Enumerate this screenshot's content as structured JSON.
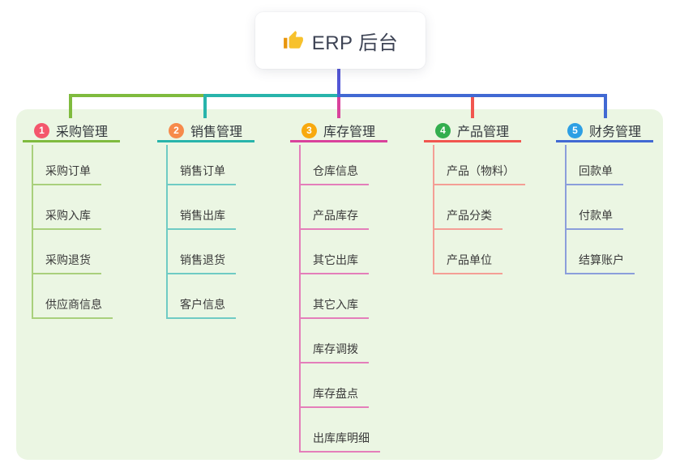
{
  "root": {
    "title": "ERP 后台",
    "icon": "thumbs-up"
  },
  "colors": {
    "stem": "#5356d6",
    "panel_bg": "#ebf6e3"
  },
  "branches": [
    {
      "num": "1",
      "label": "采购管理",
      "circle": "#f4566c",
      "line": "#7fbb3e",
      "line_light": "#a9d07c",
      "items": [
        "采购订单",
        "采购入库",
        "采购退货",
        "供应商信息"
      ]
    },
    {
      "num": "2",
      "label": "销售管理",
      "circle": "#f78a4b",
      "line": "#28b4ab",
      "line_light": "#6fcbc4",
      "items": [
        "销售订单",
        "销售出库",
        "销售退货",
        "客户信息"
      ]
    },
    {
      "num": "3",
      "label": "库存管理",
      "circle": "#f8a90e",
      "line": "#d9429c",
      "line_light": "#e47eba",
      "items": [
        "仓库信息",
        "产品库存",
        "其它出库",
        "其它入库",
        "库存调拨",
        "库存盘点",
        "出库库明细"
      ]
    },
    {
      "num": "4",
      "label": "产品管理",
      "circle": "#33ae4e",
      "line": "#f1564f",
      "line_light": "#f49e95",
      "items": [
        "产品（物料）",
        "产品分类",
        "产品单位"
      ]
    },
    {
      "num": "5",
      "label": "财务管理",
      "circle": "#2d9fe4",
      "line": "#4169d3",
      "line_light": "#8b9edb",
      "items": [
        "回款单",
        "付款单",
        "结算账户"
      ]
    }
  ]
}
